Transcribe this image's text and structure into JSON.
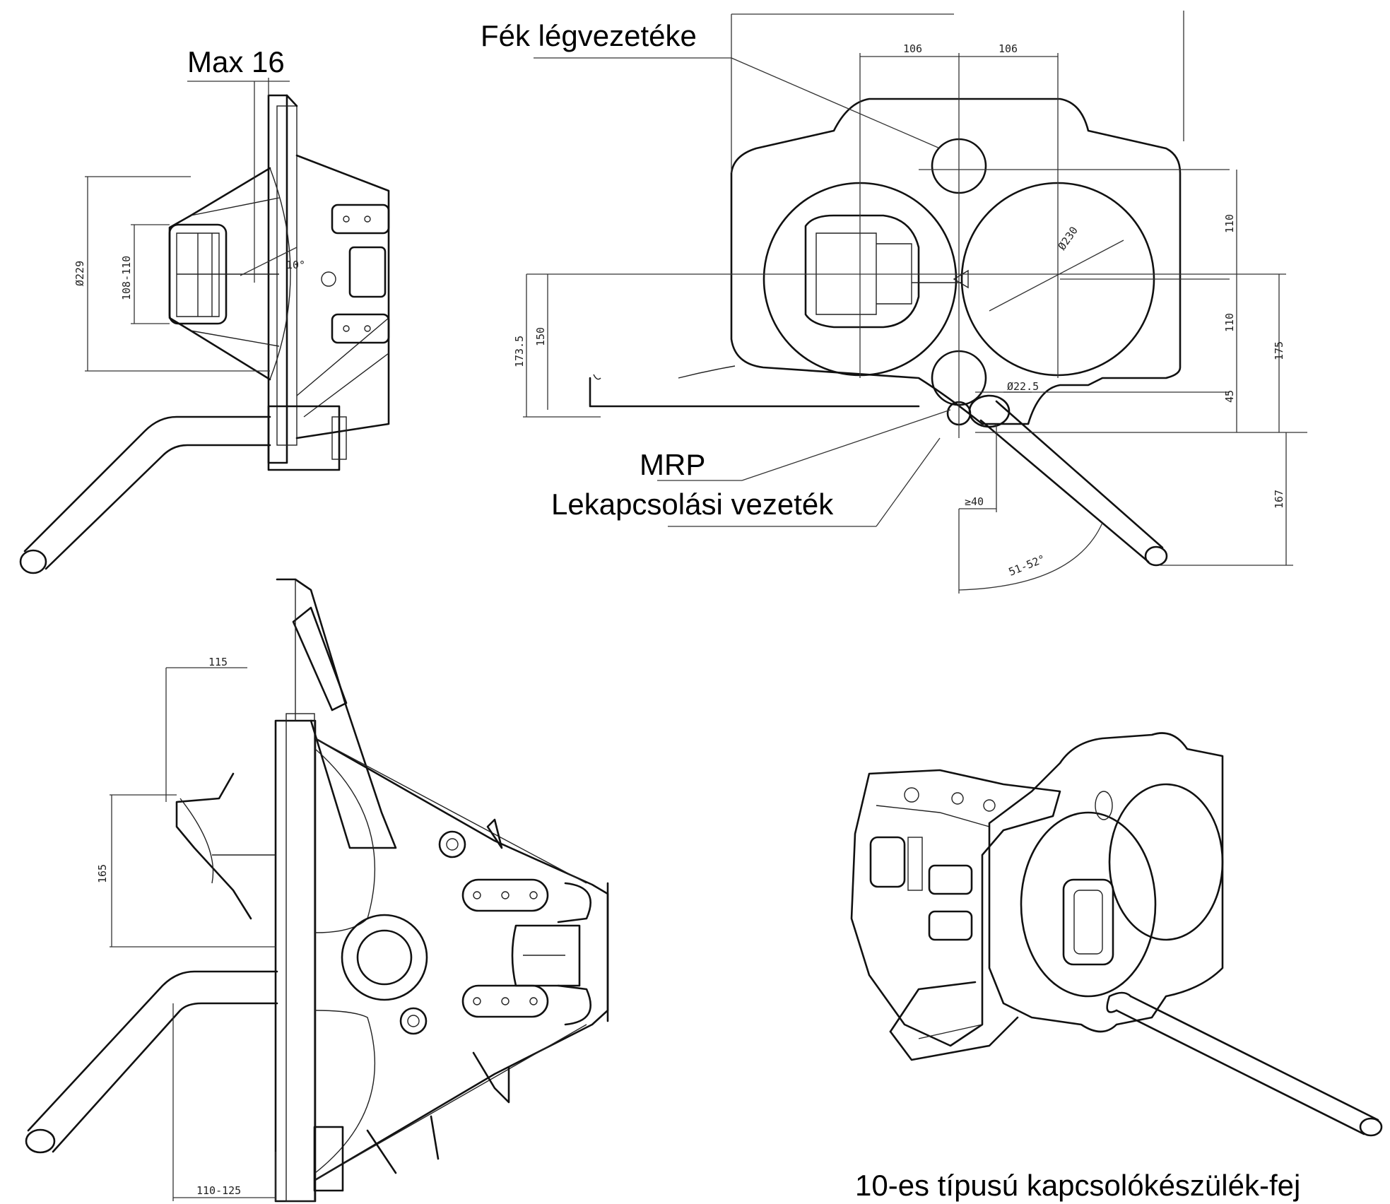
{
  "labels": {
    "max16": "Max 16",
    "brake_air_line": "Fék légvezetéke",
    "mrp": "MRP",
    "uncoupling_line": "Lekapcsolási vezeték",
    "caption": "10-es típusú kapcsolókészülék-fej"
  },
  "dimensions": {
    "d106_left": "106",
    "d106_right": "106",
    "d110_top": "110",
    "d110_mid": "110",
    "d175": "175",
    "d45": "45",
    "d167": "167",
    "d40": "≥40",
    "phi22_5": "Ø22.5",
    "phi230": "Ø230",
    "d173_5": "173.5",
    "d150": "150",
    "angle": "51-52°",
    "phi229": "Ø229",
    "d108_110": "108-110",
    "angle10": "10°",
    "d115": "115",
    "d165": "165",
    "d110_125": "110-125"
  }
}
